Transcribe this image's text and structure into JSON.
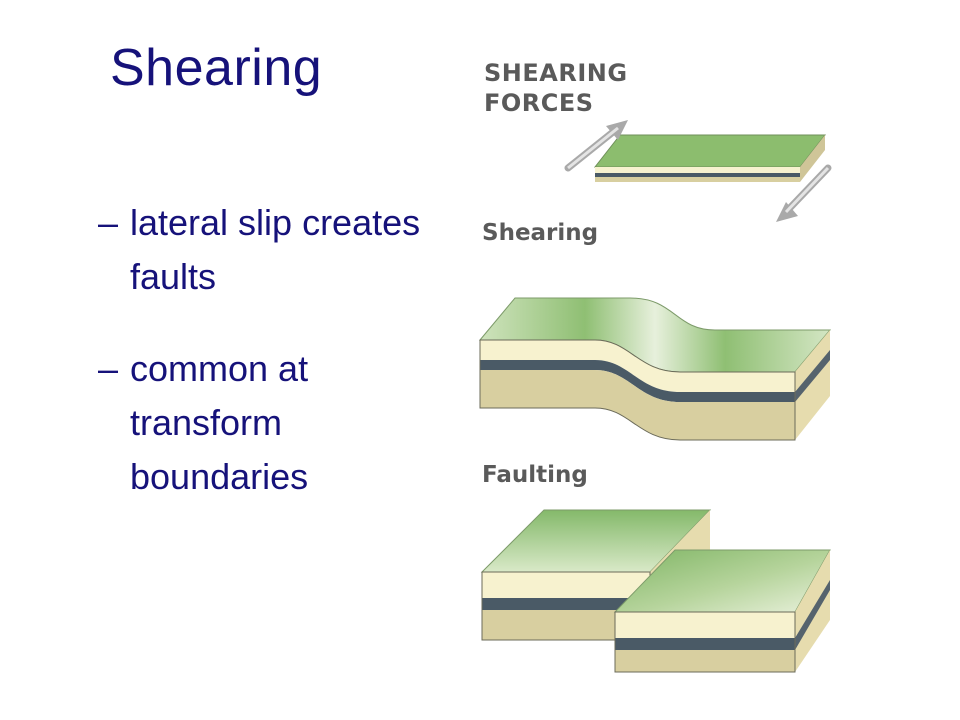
{
  "slide": {
    "title": "Shearing",
    "accent_color": "#16127a",
    "bullets": [
      {
        "marker": "–",
        "text": "lateral slip creates faults"
      },
      {
        "marker": "–",
        "text": "common at transform boundaries"
      }
    ]
  },
  "figure": {
    "forces_label": "SHEARING FORCES",
    "shearing_label": "Shearing",
    "faulting_label": "Faulting",
    "colors": {
      "ground_green": "#8cbd6e",
      "layer_cream": "#f7f2cf",
      "layer_tan": "#d8cfa0",
      "layer_dark": "#4a5a66",
      "arrow_gray": "#c9c9c9"
    }
  }
}
